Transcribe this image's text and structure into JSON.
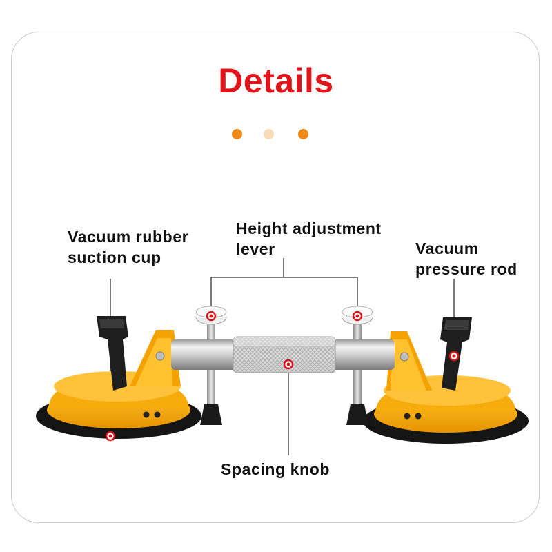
{
  "title": "Details",
  "colors": {
    "title": "#e0141b",
    "dot_primary": "#ef8a14",
    "dot_light": "#f9dcb7",
    "marker": "#d8141b",
    "body_yellow": "#f4a300",
    "rubber": "#161616"
  },
  "dots": [
    "primary",
    "light",
    "primary"
  ],
  "labels": {
    "suction_cup": [
      "Vacuum rubber",
      "suction cup"
    ],
    "height_lever": [
      "Height adjustment",
      "lever"
    ],
    "pressure_rod": [
      "Vacuum",
      "pressure rod"
    ],
    "spacing_knob": [
      "Spacing knob"
    ]
  }
}
